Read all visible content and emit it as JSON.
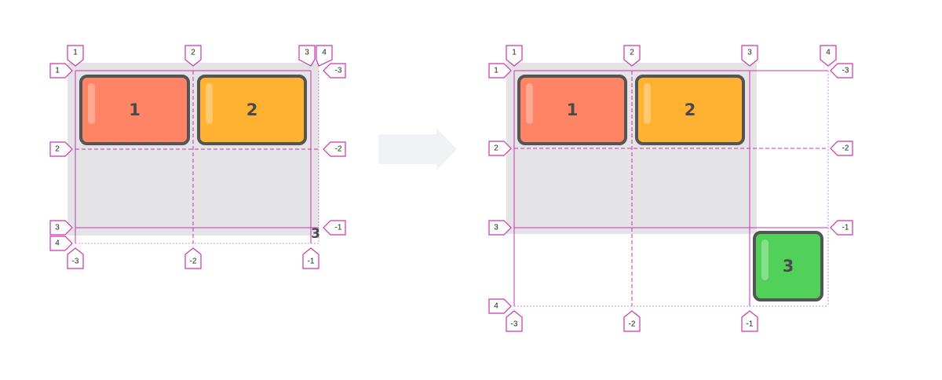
{
  "colors": {
    "grid_line": "#c935b0",
    "container": "#e4e4e6",
    "item_border": "#555555",
    "arrow": "#f0f2f5",
    "item_1": "#ff8466",
    "item_2": "#ffb231",
    "item_3": "#52d15a"
  },
  "before": {
    "items": [
      "1",
      "2"
    ],
    "overflow_item": "3",
    "top_labels": [
      "1",
      "2",
      "3",
      "4"
    ],
    "left_labels": [
      "1",
      "2",
      "3",
      "4"
    ],
    "right_labels": [
      "-3",
      "-2",
      "-1"
    ],
    "bottom_labels": [
      "-3",
      "-2",
      "-1"
    ]
  },
  "arrow_icon": "right-arrow-icon",
  "after": {
    "items": [
      "1",
      "2",
      "3"
    ],
    "top_labels": [
      "1",
      "2",
      "3",
      "4"
    ],
    "left_labels": [
      "1",
      "2",
      "3",
      "4"
    ],
    "right_labels": [
      "-3",
      "-2",
      "-1"
    ],
    "bottom_labels": [
      "-3",
      "-2",
      "-1"
    ]
  }
}
